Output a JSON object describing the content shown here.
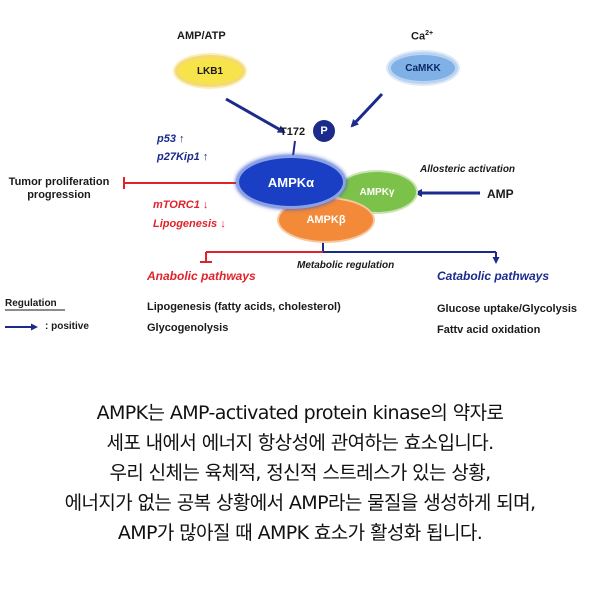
{
  "diagram": {
    "amp_atp_label": "AMP/ATP",
    "ca_label": "Ca",
    "ca_superscript": "2+",
    "lkb1_label": "LKB1",
    "camkk_label": "CaMKK",
    "t172_label": "T172",
    "p_label": "P",
    "p53_label": "p53 ↑",
    "p27kip1_label": "p27Kip1 ↑",
    "tumor_line1": "Tumor proliferation",
    "tumor_line2": "progression",
    "mtorc1_label": "mTORC1 ↓",
    "lipogenesis_label": "Lipogenesis ↓",
    "ampk_alpha_label": "AMPKα",
    "ampk_gamma_label": "AMPKγ",
    "ampk_beta_label": "AMPKβ",
    "allosteric_label": "Allosteric activation",
    "amp_label": "AMP",
    "metabolic_label": "Metabolic regulation",
    "anabolic_label": "Anabolic pathways",
    "catabolic_label": "Catabolic pathways",
    "regulation_label": "Regulation",
    "positive_label": ": positive",
    "anabolic_items": [
      "Lipogenesis (fatty acids, cholesterol)",
      "Glycogenolysis"
    ],
    "catabolic_items": [
      "Glucose uptake/Glycolysis",
      "Fattv acid oxidation"
    ],
    "colors": {
      "navy": "#1c2a8c",
      "red": "#e0232b",
      "lkb1_fill": "#f7e34a",
      "camkk_fill": "#7fb0e6",
      "alpha_fill": "#1a3fc4",
      "gamma_fill": "#7cc24a",
      "beta_fill": "#f28a3a"
    }
  },
  "caption": [
    "AMPK는 AMP-activated protein kinase의 약자로",
    "세포 내에서 에너지 항상성에 관여하는 효소입니다.",
    "우리 신체는 육체적, 정신적 스트레스가 있는 상황,",
    "에너지가 없는 공복 상황에서 AMP라는 물질을 생성하게 되며,",
    "AMP가 많아질 때 AMPK 효소가 활성화 됩니다."
  ]
}
